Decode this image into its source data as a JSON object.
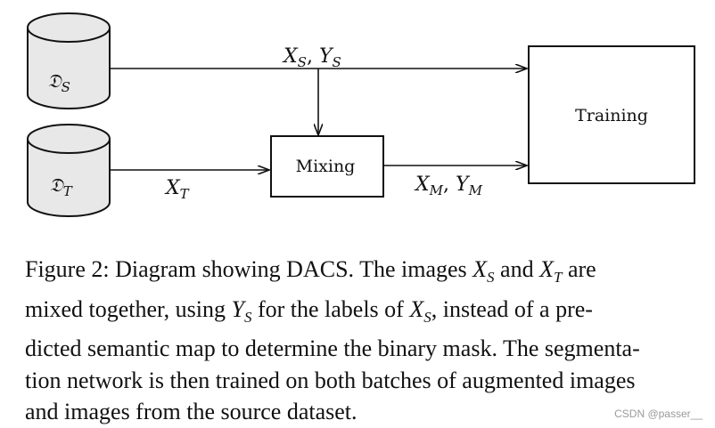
{
  "diagram": {
    "nodes": {
      "source_db": {
        "label_main": "𝔇",
        "label_sub": "S"
      },
      "target_db": {
        "label_main": "𝔇",
        "label_sub": "T"
      },
      "mixing": {
        "label": "Mixing"
      },
      "training": {
        "label": "Training"
      }
    },
    "edges": {
      "source_to_training": {
        "label": "XS, YS"
      },
      "target_to_mixing": {
        "label": "XT"
      },
      "mixing_to_training": {
        "label": "XM, YM"
      }
    }
  },
  "caption": {
    "lines": [
      [
        "Figure 2: Diagram showing DACS. The images ",
        {
          "m": "X"
        },
        {
          "s": "S"
        },
        " and ",
        {
          "m": "X"
        },
        {
          "s": "T"
        },
        " are"
      ],
      [
        "mixed together, using ",
        {
          "m": "Y"
        },
        {
          "s": "S"
        },
        " for the labels of ",
        {
          "m": "X"
        },
        {
          "s": "S"
        },
        ", instead of a pre-"
      ],
      [
        "dicted semantic map to determine the binary mask. The segmenta-"
      ],
      [
        "tion network is then trained on both batches of augmented images"
      ],
      [
        "and images from the source dataset."
      ]
    ]
  },
  "watermark": "CSDN @passer__"
}
